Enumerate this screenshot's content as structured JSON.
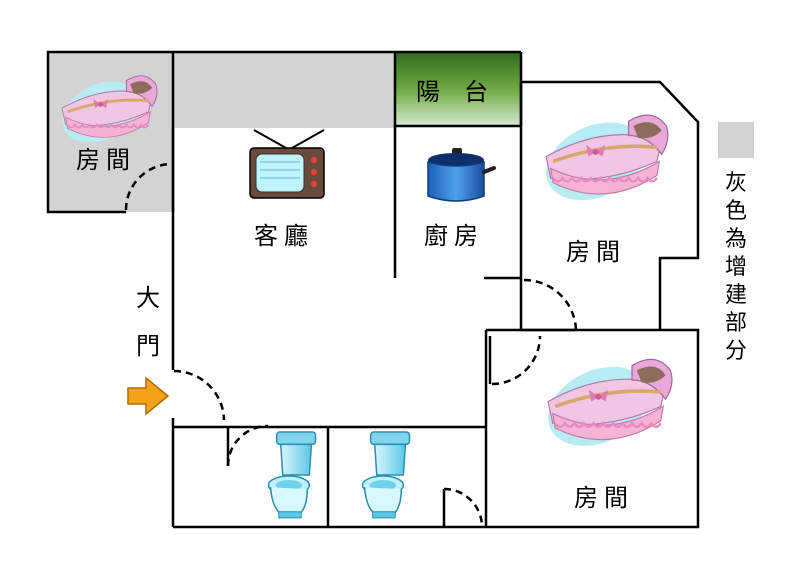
{
  "labels": {
    "room_top_left": "房間",
    "living_room": "客廳",
    "kitchen": "廚房",
    "balcony": "陽台",
    "room_right": "房間",
    "room_bottom_right": "房間",
    "main_door_1": "大",
    "main_door_2": "門"
  },
  "legend": {
    "chars": [
      "灰",
      "色",
      "為",
      "增",
      "建",
      "部",
      "分"
    ]
  },
  "colors": {
    "extension_gray": "#d3d3d3",
    "balcony_green": "#4e8a2e",
    "arrow_orange": "#f5a21b",
    "wall": "#000000"
  },
  "icons": [
    "tv-icon",
    "pot-icon",
    "crib-icon",
    "toilet-icon",
    "entry-arrow-icon"
  ]
}
